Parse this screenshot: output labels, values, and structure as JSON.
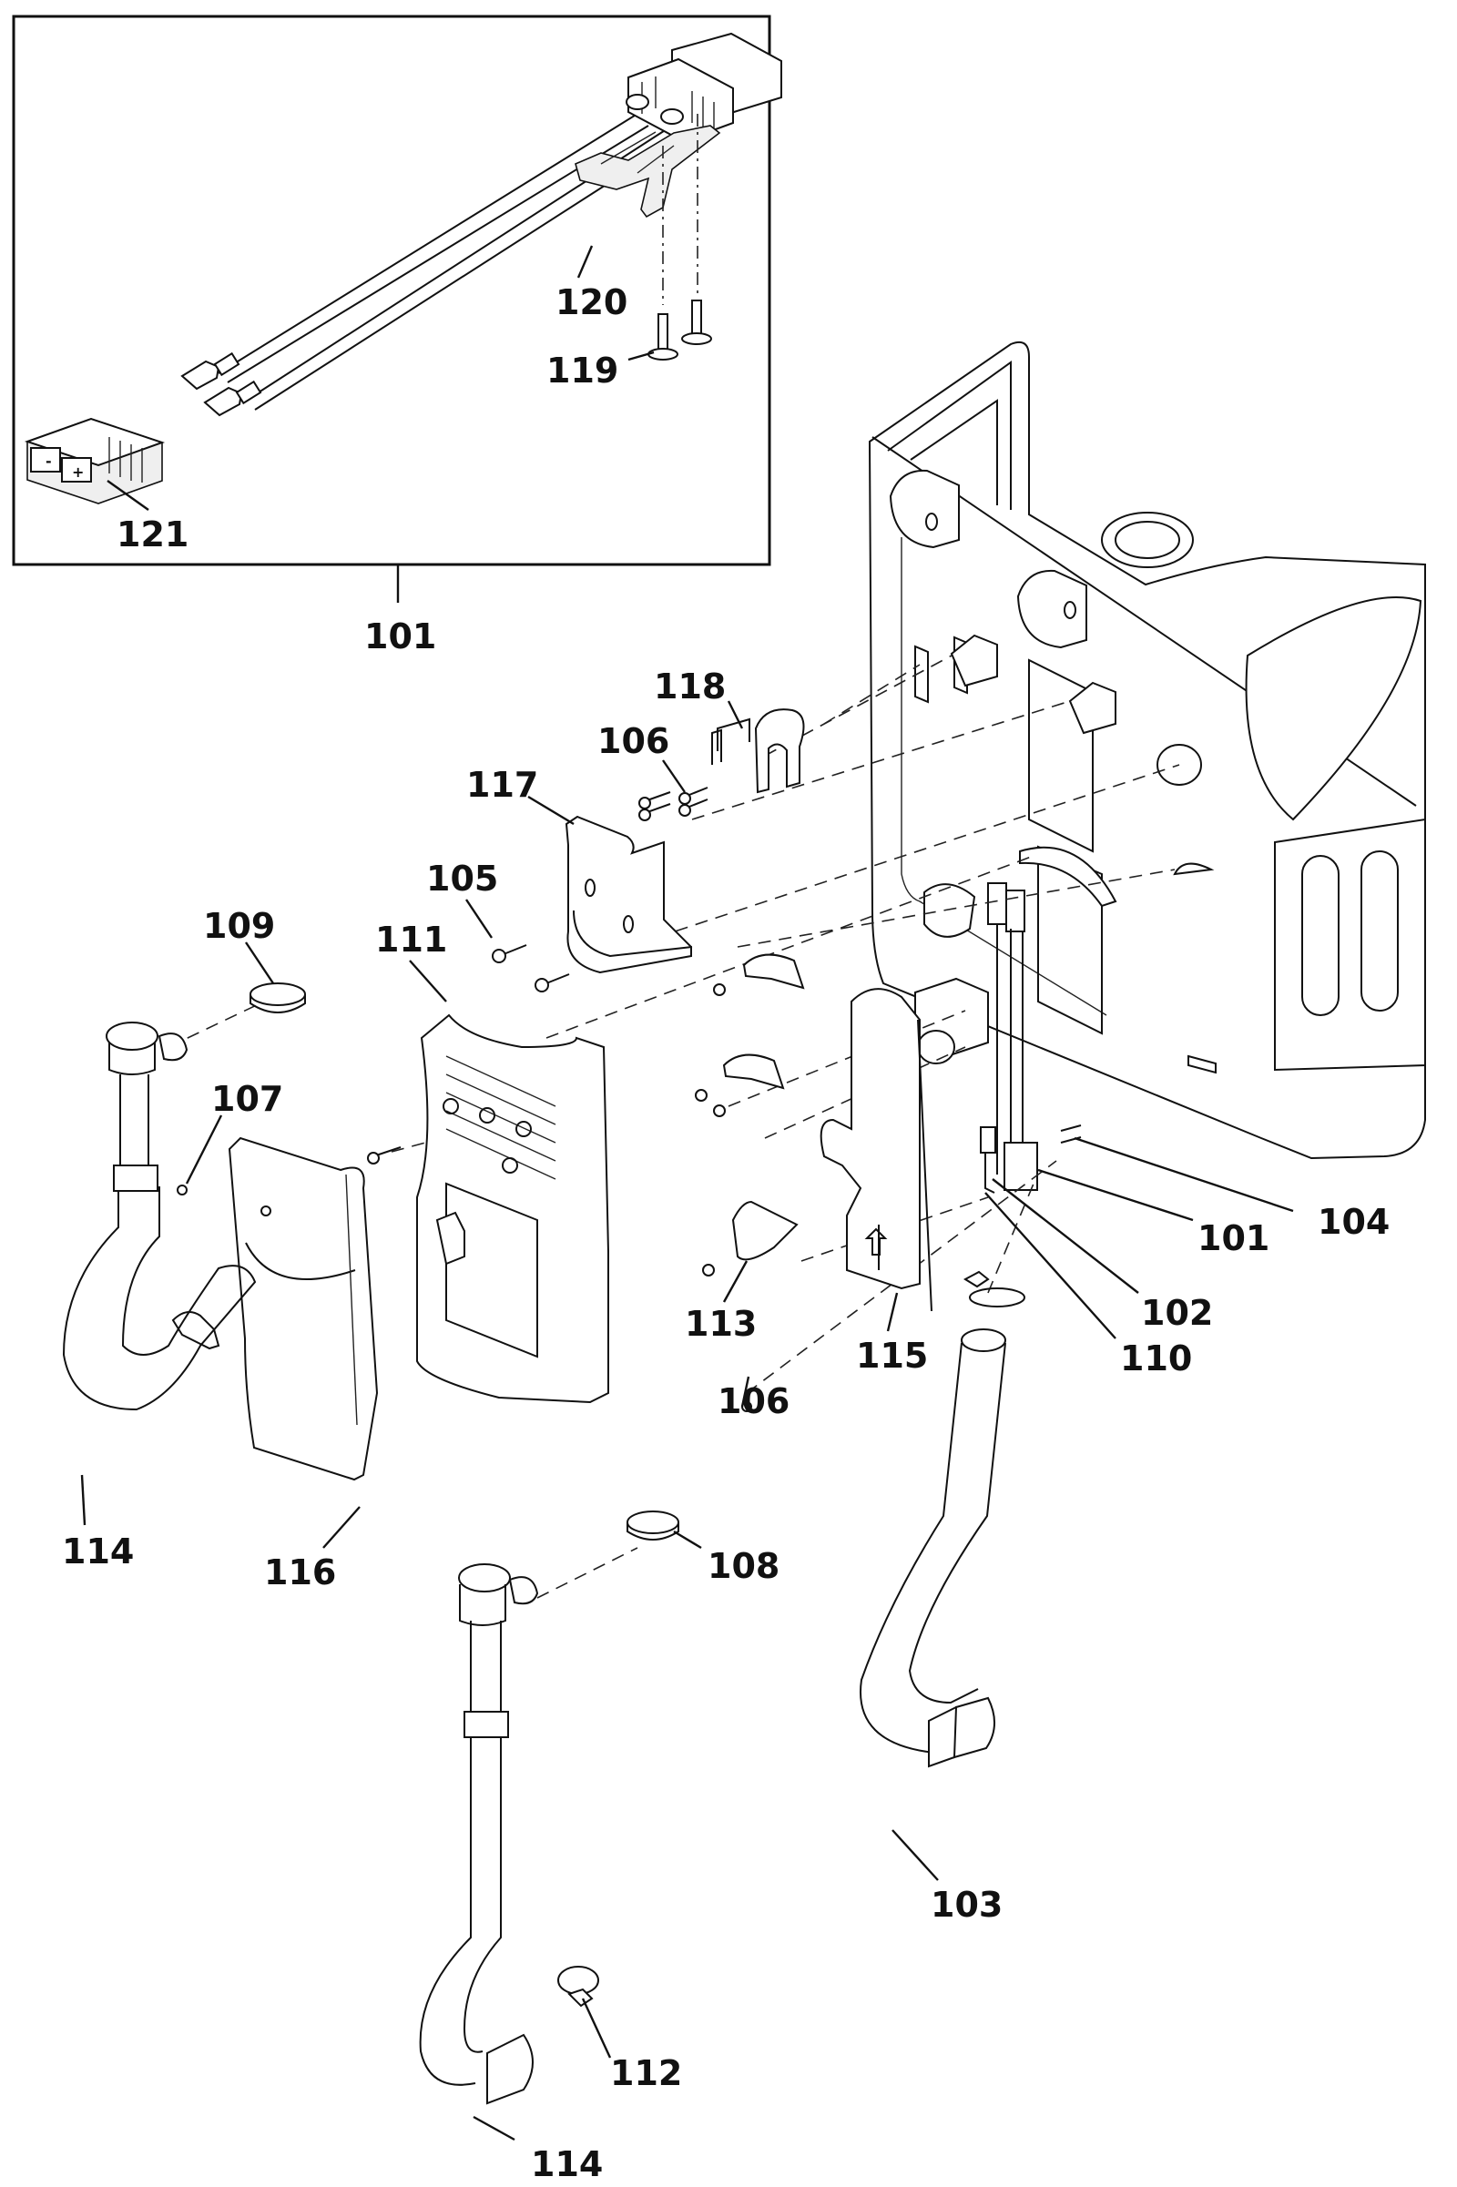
{
  "diagram": {
    "type": "exploded-parts-diagram",
    "inset": {
      "assembly_label": "101",
      "parts": [
        {
          "id": "120",
          "name": "connector handle"
        },
        {
          "id": "119",
          "name": "screw"
        },
        {
          "id": "121",
          "name": "battery connector"
        }
      ],
      "connector_markings": {
        "negative": "-",
        "positive": "+"
      }
    },
    "labels": [
      {
        "key": "p120",
        "text": "120"
      },
      {
        "key": "p119",
        "text": "119"
      },
      {
        "key": "p121",
        "text": "121"
      },
      {
        "key": "p101_inset",
        "text": "101"
      },
      {
        "key": "p118",
        "text": "118"
      },
      {
        "key": "p106_top",
        "text": "106"
      },
      {
        "key": "p117",
        "text": "117"
      },
      {
        "key": "p105",
        "text": "105"
      },
      {
        "key": "p109",
        "text": "109"
      },
      {
        "key": "p111",
        "text": "111"
      },
      {
        "key": "p107",
        "text": "107"
      },
      {
        "key": "p113",
        "text": "113"
      },
      {
        "key": "p115",
        "text": "115"
      },
      {
        "key": "p106_bottom",
        "text": "106"
      },
      {
        "key": "p101_main",
        "text": "101"
      },
      {
        "key": "p104",
        "text": "104"
      },
      {
        "key": "p102",
        "text": "102"
      },
      {
        "key": "p110",
        "text": "110"
      },
      {
        "key": "p114_left",
        "text": "114"
      },
      {
        "key": "p116",
        "text": "116"
      },
      {
        "key": "p108",
        "text": "108"
      },
      {
        "key": "p103",
        "text": "103"
      },
      {
        "key": "p112",
        "text": "112"
      },
      {
        "key": "p114_bottom",
        "text": "114"
      }
    ]
  }
}
